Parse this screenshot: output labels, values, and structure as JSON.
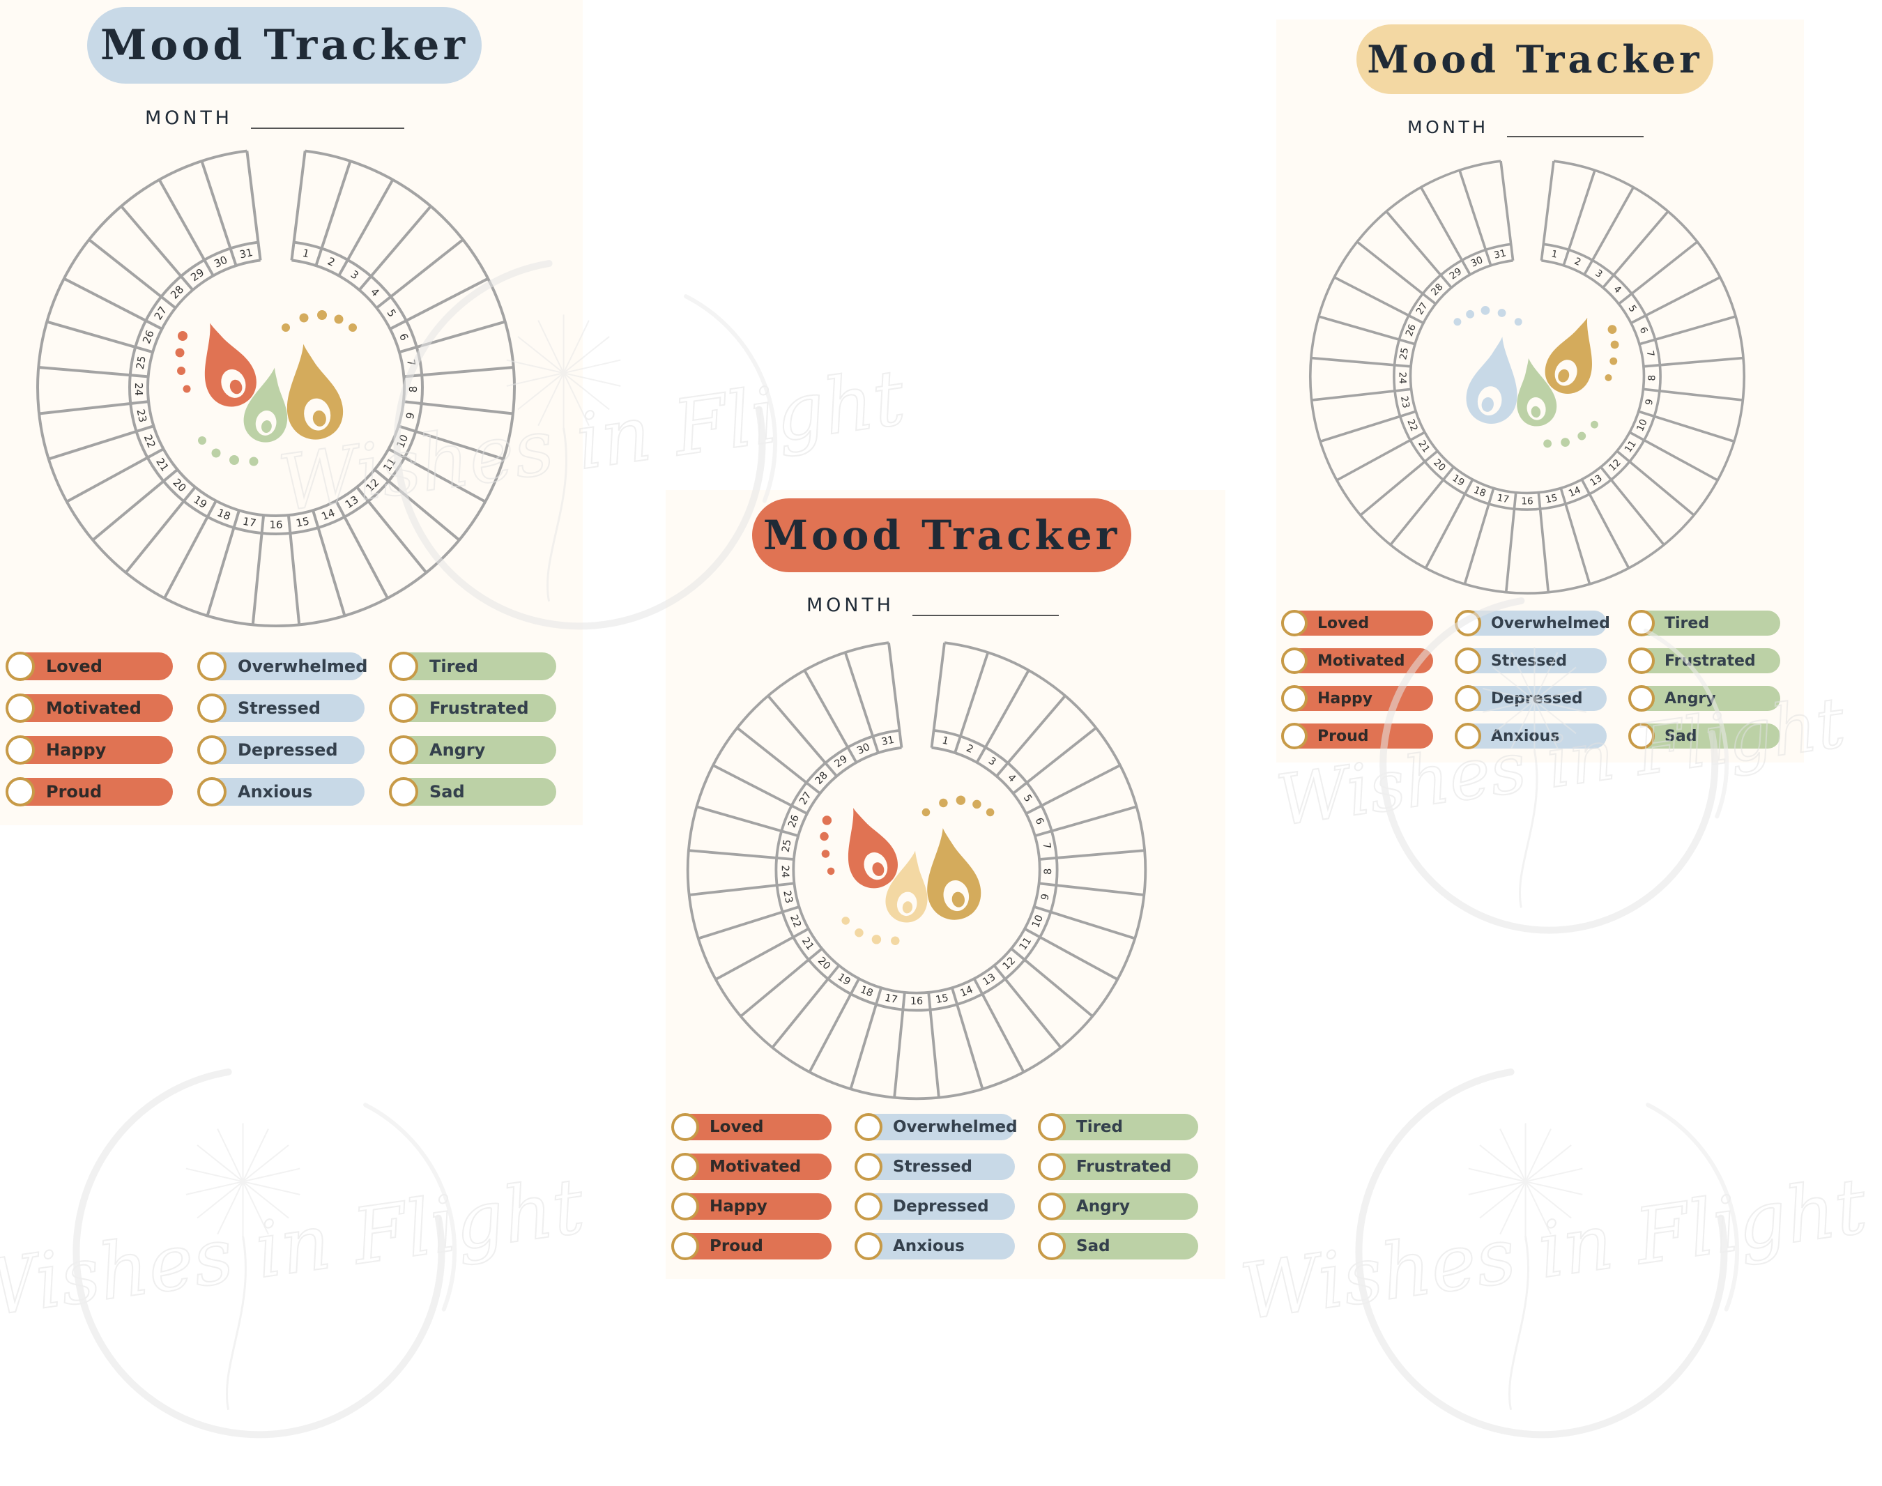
{
  "colors": {
    "paper": "#fffbf5",
    "ring": "#a3a3a3",
    "ink": "#1f2a36",
    "orange": "#e07353",
    "blue": "#c8d9e7",
    "green": "#bcd1a6",
    "gold": "#d4ab5c",
    "yellow": "#f3d8a3"
  },
  "brand": {
    "watermark": "Wishes in Flight"
  },
  "trackers": [
    {
      "title": "Mood Tracker",
      "month_label": "MONTH",
      "title_color": "#c8d9e7",
      "legend": [
        [
          "Loved",
          "Overwhelmed",
          "Tired"
        ],
        [
          "Motivated",
          "Stressed",
          "Frustrated"
        ],
        [
          "Happy",
          "Depressed",
          "Angry"
        ],
        [
          "Proud",
          "Anxious",
          "Sad"
        ]
      ]
    },
    {
      "title": "Mood Tracker",
      "month_label": "MONTH",
      "title_color": "#e07353",
      "legend": [
        [
          "Loved",
          "Overwhelmed",
          "Tired"
        ],
        [
          "Motivated",
          "Stressed",
          "Frustrated"
        ],
        [
          "Happy",
          "Depressed",
          "Angry"
        ],
        [
          "Proud",
          "Anxious",
          "Sad"
        ]
      ]
    },
    {
      "title": "Mood Tracker",
      "month_label": "MONTH",
      "title_color": "#f3d8a3",
      "legend": [
        [
          "Loved",
          "Overwhelmed",
          "Tired"
        ],
        [
          "Motivated",
          "Stressed",
          "Frustrated"
        ],
        [
          "Happy",
          "Depressed",
          "Angry"
        ],
        [
          "Proud",
          "Anxious",
          "Sad"
        ]
      ]
    }
  ],
  "days": [
    "1",
    "2",
    "3",
    "4",
    "5",
    "6",
    "7",
    "8",
    "9",
    "10",
    "11",
    "12",
    "13",
    "14",
    "15",
    "16",
    "17",
    "18",
    "19",
    "20",
    "21",
    "22",
    "23",
    "24",
    "25",
    "26",
    "27",
    "28",
    "29",
    "30",
    "31"
  ]
}
